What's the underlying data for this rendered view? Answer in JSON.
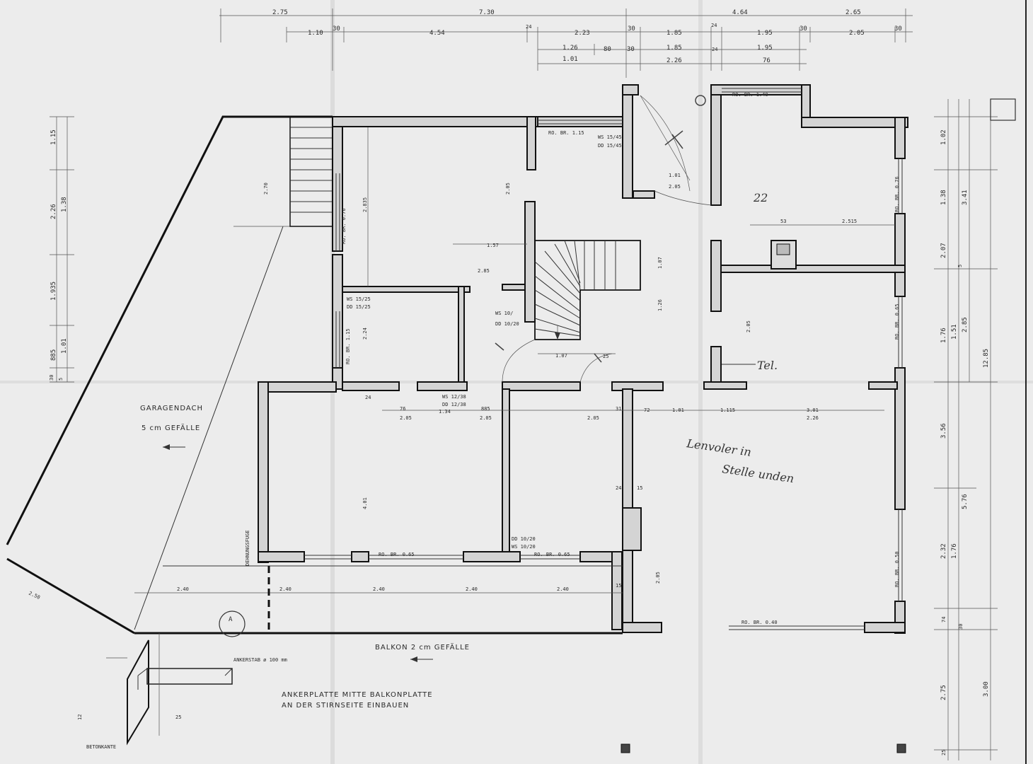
{
  "dims": {
    "top1": [
      "2.75",
      "7.30",
      "4.64",
      "2.65"
    ],
    "top2": [
      "1.10",
      "30",
      "4.54",
      "24",
      "2.23",
      "30",
      "1.85",
      "24",
      "1.95",
      "30",
      "2.05",
      "30"
    ],
    "top3": [
      "1.26",
      "80",
      "30",
      "1.85",
      "24",
      "1.95"
    ],
    "top4": [
      "1.01",
      "2.26",
      "76"
    ],
    "left": [
      "1.15",
      "2.26",
      "1.38",
      "1.935",
      "885",
      "1.01",
      "30",
      "5"
    ],
    "right_inner": [
      "1.02",
      "1.38",
      "2.07",
      "5",
      "1.76",
      "1.51",
      "3.56",
      "2.32",
      "1.76",
      "74",
      "30",
      "2.75",
      "25"
    ],
    "right_outer": [
      "3.41",
      "2.85",
      "5.76",
      "12.85",
      "3.00"
    ],
    "balcony": [
      "2.40",
      "2.40",
      "2.40",
      "2.40",
      "2.40",
      "15"
    ],
    "mid_row": [
      "76",
      "1.34",
      "2.05",
      "885",
      "2.05",
      "2.05",
      "31",
      "72",
      "1.01",
      "1.115",
      "3.01",
      "2.26"
    ],
    "misc": [
      "2.70",
      "2.835",
      "1.57",
      "2.85",
      "2.05",
      "1.07",
      "1.26",
      "1.07",
      "25",
      "1.01",
      "2.05",
      "2.515",
      "53",
      "2.05",
      "4.01",
      "2.24",
      "2.05",
      "24",
      "24",
      "15",
      "2.50",
      "25",
      "12"
    ]
  },
  "rooms": {
    "window_top_mid": "RO. BR. 1.15",
    "window_top_right": "RO. BR. 1.40",
    "ws_top": "WS 15/45",
    "dd_top": "DD 15/45",
    "window_left_1": "RO. BR. 0.76",
    "window_left_2": "RO. BR. 1.15",
    "ws_small": "WS 15/25",
    "dd_small": "DD 15/25",
    "ws_mid": "WS 12/38",
    "dd_mid": "DD 12/38",
    "ws_stair": "WS 10/",
    "dd_stair": "DD 10/20",
    "window_right_1": "RO. BR. 0.76",
    "window_right_2": "RO. BR. 0.65",
    "window_right_3": "RO. BR. 0.50",
    "window_bottom_1": "RO. BR. 0.65",
    "window_bottom_2": "RO. BR. 0.65",
    "window_bottom_3": "RO. BR. 0.40",
    "dd_bottom": "DD 10/20",
    "ws_bottom": "WS 10/20"
  },
  "labels": {
    "garage_roof": "GARAGENDACH",
    "garage_slope": "5 cm GEFÄLLE",
    "joint": "DEHNUNGSFUGE",
    "balcony": "BALKON 2 cm GEFÄLLE",
    "anchor_rod": "ANKERSTAB ø 100 mm",
    "note_line1": "ANKERPLATTE MITTE BALKONPLATTE",
    "note_line2": "AN DER STIRNSEITE EINBAUEN",
    "concrete_edge": "BETONKANTE",
    "section_marker": "A"
  },
  "handwriting": {
    "tel": "Tel.",
    "note_1": "Lenvoler in",
    "note_2": "Stelle unden",
    "scribble": "22"
  }
}
